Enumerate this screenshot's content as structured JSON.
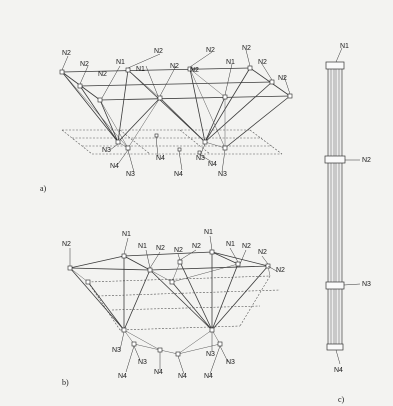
{
  "panels": {
    "a": {
      "caption": "a)",
      "labels": [
        "N2",
        "N1",
        "N2",
        "N2",
        "N1",
        "N2",
        "N2",
        "N1",
        "N2",
        "N2",
        "N2",
        "N2",
        "N3",
        "N4",
        "N3",
        "N4",
        "N4",
        "N3",
        "N4",
        "N3"
      ]
    },
    "b": {
      "caption": "b)",
      "labels": [
        "N2",
        "N1",
        "N1",
        "N2",
        "N2",
        "N2",
        "N1",
        "N1",
        "N2",
        "N2",
        "N2",
        "N3",
        "N3",
        "N4",
        "N4",
        "N3",
        "N4",
        "N3",
        "N4"
      ]
    },
    "c": {
      "caption": "c)",
      "labels": [
        "N1",
        "N2",
        "N3",
        "N4"
      ]
    }
  }
}
